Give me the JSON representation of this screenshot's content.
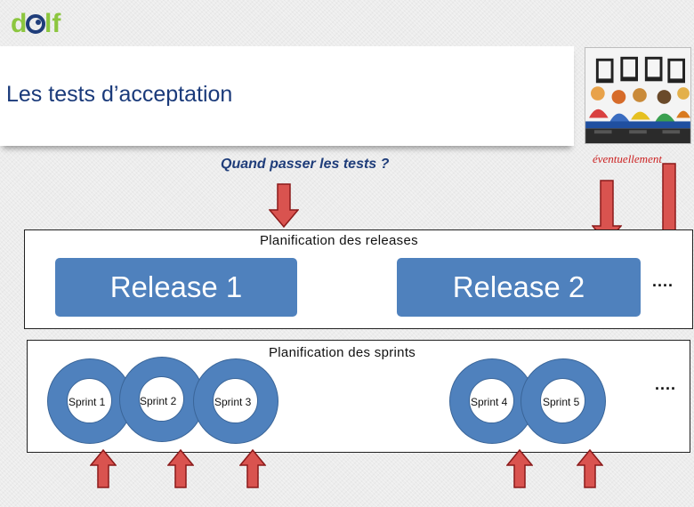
{
  "logo": {
    "text": "dolf"
  },
  "title": "Les tests d’acceptation",
  "question": "Quand passer les tests ?",
  "eventual_label": "éventuellement",
  "releases_panel": {
    "label": "Planification des releases",
    "releases": [
      "Release 1",
      "Release 2"
    ],
    "more": "...."
  },
  "sprints_panel": {
    "label": "Planification des sprints",
    "sprints": [
      "Sprint 1",
      "Sprint 2",
      "Sprint 3",
      "Sprint 4",
      "Sprint 5"
    ],
    "more": "...."
  },
  "colors": {
    "title_text": "#1a3a7a",
    "question_text": "#1f3d7a",
    "eventual_text": "#cc2222",
    "release_fill": "#4f81bd",
    "sprint_fill": "#4f81bd",
    "arrow_fill": "#d9534f",
    "arrow_stroke": "#8b1a1a"
  },
  "icons": {
    "logo": "dolf-logo",
    "illustration": "testers-illustration",
    "arrow": "arrow-down-icon / arrow-up-icon"
  }
}
